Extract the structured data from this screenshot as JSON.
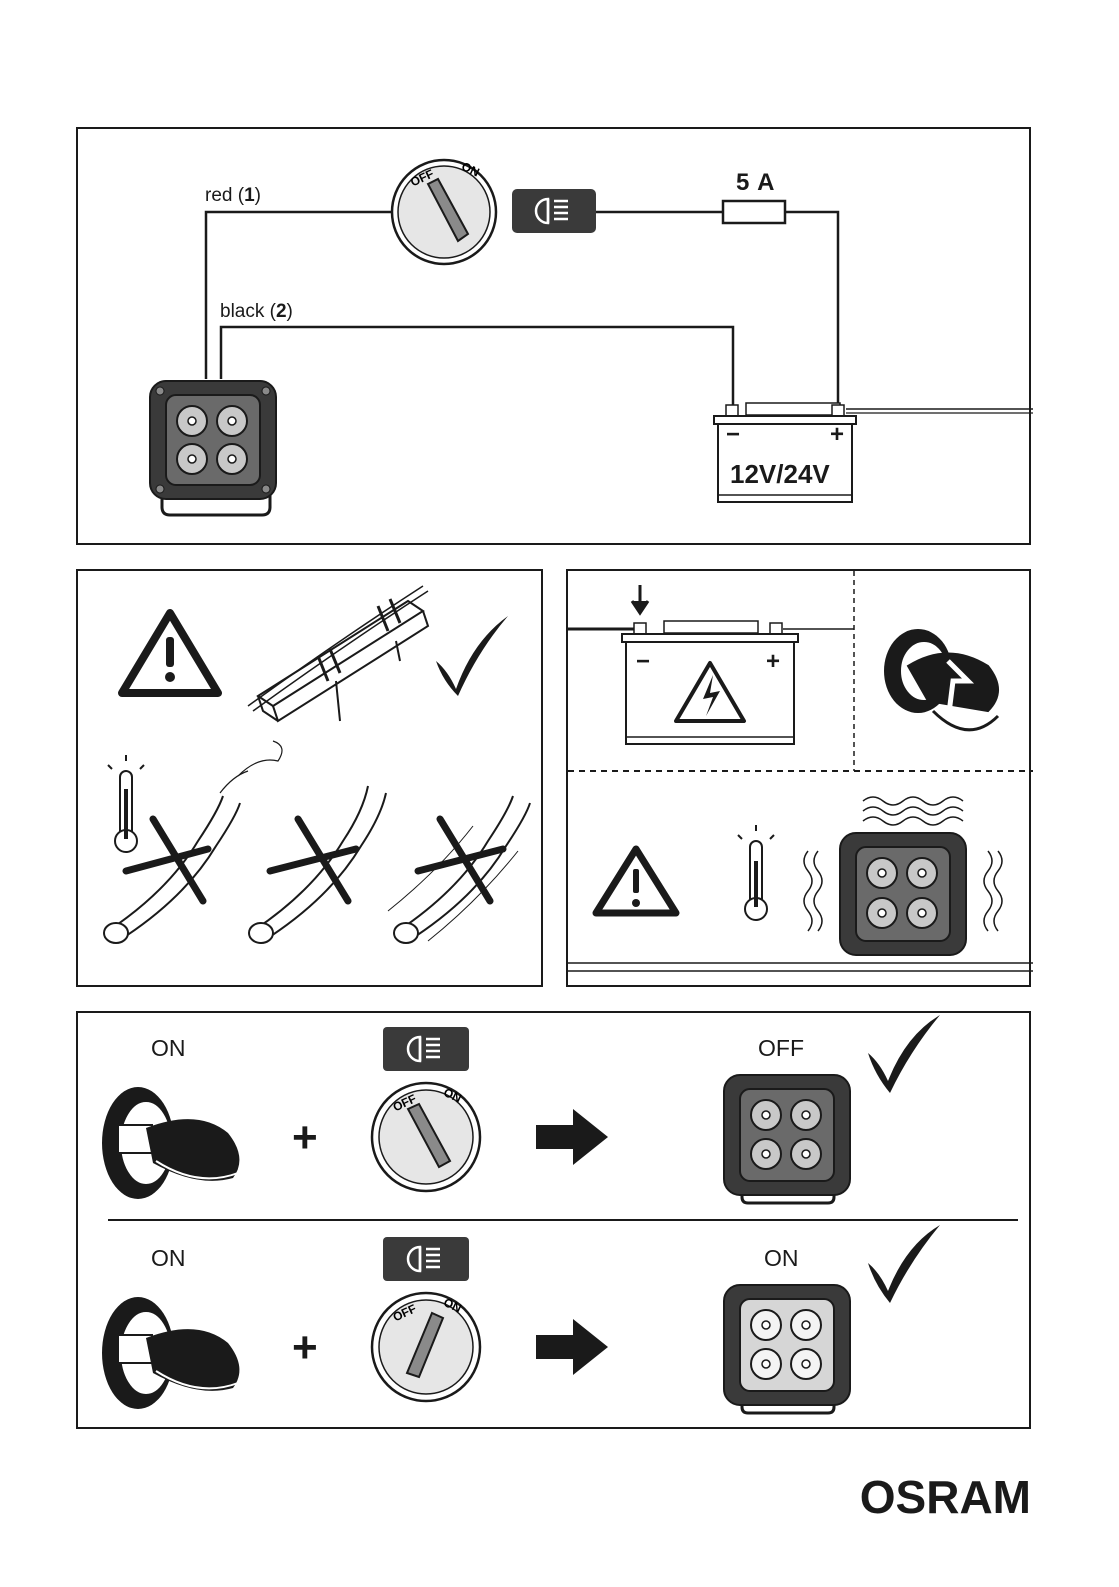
{
  "wiring": {
    "red_wire_label": "red (",
    "red_wire_number": "1",
    "black_wire_label": "black (",
    "black_wire_number": "2",
    "close_paren": ")",
    "fuse_label": "5 A",
    "switch_off_label": "OFF",
    "switch_on_label": "ON",
    "battery_minus": "−",
    "battery_plus": "+",
    "battery_voltage": "12V/24V"
  },
  "battery_panel": {
    "battery_minus": "−",
    "battery_plus": "+"
  },
  "operation": {
    "row1": {
      "ignition_state": "ON",
      "plus_sign": "+",
      "lamp_state": "OFF"
    },
    "row2": {
      "ignition_state": "ON",
      "plus_sign": "+",
      "lamp_state": "ON"
    }
  },
  "brand": {
    "logo_text": "OSRAM"
  },
  "colors": {
    "ink": "#1a1a1a",
    "housing_dark": "#3a3a3a",
    "led_off": "#c8c8c8",
    "led_on": "#f4f4f4",
    "switch_knob": "#8a8a8a"
  },
  "icons": [
    "main-beam-icon",
    "warning-triangle-icon",
    "checkmark-icon",
    "cross-icon",
    "thermometer-icon",
    "high-voltage-icon",
    "ignition-key-icon",
    "arrow-right-icon",
    "rotary-switch-icon",
    "work-lamp-icon",
    "battery-icon",
    "fuse-icon"
  ]
}
